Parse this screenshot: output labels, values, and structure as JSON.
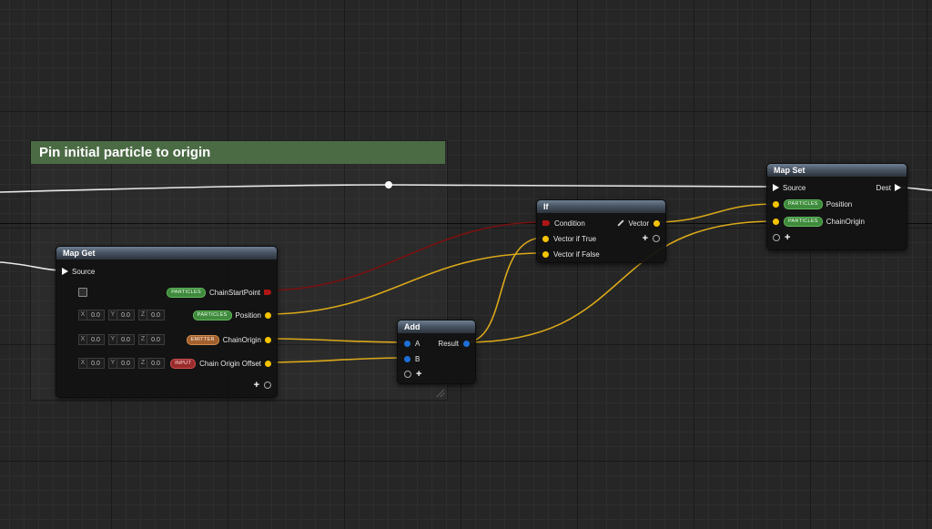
{
  "comment": {
    "title": "Pin initial particle to origin"
  },
  "map_get": {
    "title": "Map Get",
    "source_label": "Source",
    "outputs": [
      {
        "badge": "PARTICLES",
        "label": "ChainStartPoint"
      },
      {
        "badge": "PARTICLES",
        "label": "Position"
      },
      {
        "badge": "EMITTER",
        "label": "ChainOrigin"
      },
      {
        "badge": "INPUT",
        "label": "Chain Origin Offset"
      }
    ],
    "vector_defaults": [
      {
        "x": "0.0",
        "y": "0.0",
        "z": "0.0"
      },
      {
        "x": "0.0",
        "y": "0.0",
        "z": "0.0"
      },
      {
        "x": "0.0",
        "y": "0.0",
        "z": "0.0"
      }
    ],
    "axis_labels": {
      "x": "X",
      "y": "Y",
      "z": "Z"
    },
    "add_pin": "+"
  },
  "add_node": {
    "title": "Add",
    "input_a": "A",
    "input_b": "B",
    "output": "Result",
    "add_pin": "+"
  },
  "if_node": {
    "title": "If",
    "condition": "Condition",
    "vector_if_true": "Vector if True",
    "vector_if_false": "Vector if False",
    "output": "Vector",
    "add_pin": "+"
  },
  "map_set": {
    "title": "Map Set",
    "source_label": "Source",
    "dest_label": "Dest",
    "inputs": [
      {
        "badge": "PARTICLES",
        "label": "Position"
      },
      {
        "badge": "PARTICLES",
        "label": "ChainOrigin"
      }
    ],
    "add_pin": "+"
  },
  "colors": {
    "background": "#262626",
    "comment_header": "#4b6b45",
    "exec_wire": "#e8e8e8",
    "vector_wire": "#d9a81a",
    "bool_wire": "#7a1010",
    "vector_pin": "#f5c400",
    "position_pin": "#1e6fd6",
    "bool_pin": "#9e1010"
  }
}
